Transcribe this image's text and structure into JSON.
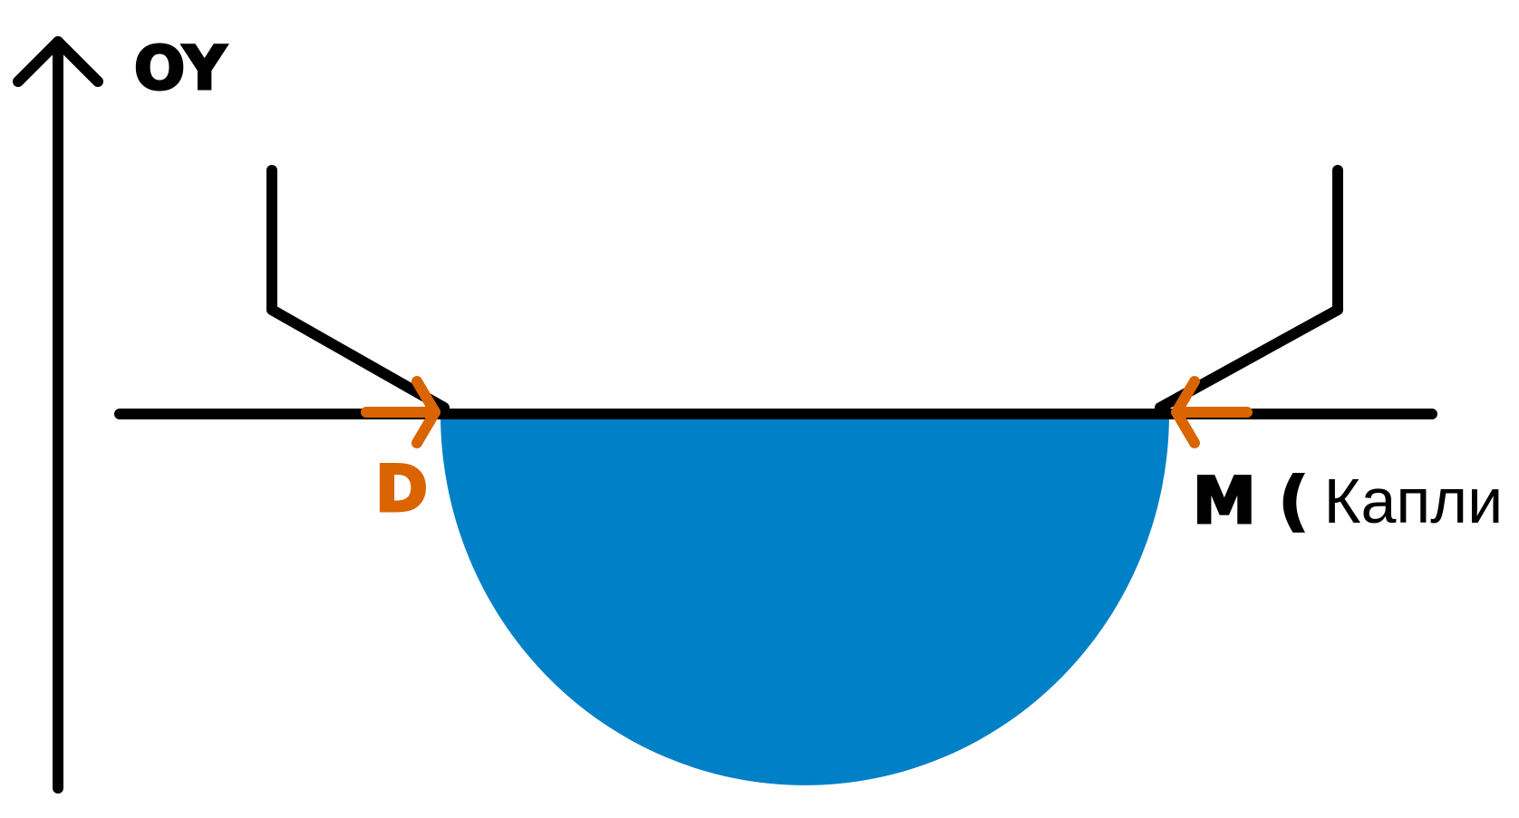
{
  "axis": {
    "label": "OY"
  },
  "labels": {
    "left_point": "D",
    "right_point_letter": "M",
    "right_point_open": "(",
    "right_point_word": "Капли",
    "right_point_close": ")"
  },
  "colors": {
    "drop_fill": "#0080C6",
    "arrow": "#D96400",
    "line": "#000000",
    "background": "#FFFFFF"
  },
  "icons": {
    "axis_arrow": "arrow-up-icon",
    "left_marker": "arrow-right-icon",
    "right_marker": "arrow-left-icon"
  }
}
